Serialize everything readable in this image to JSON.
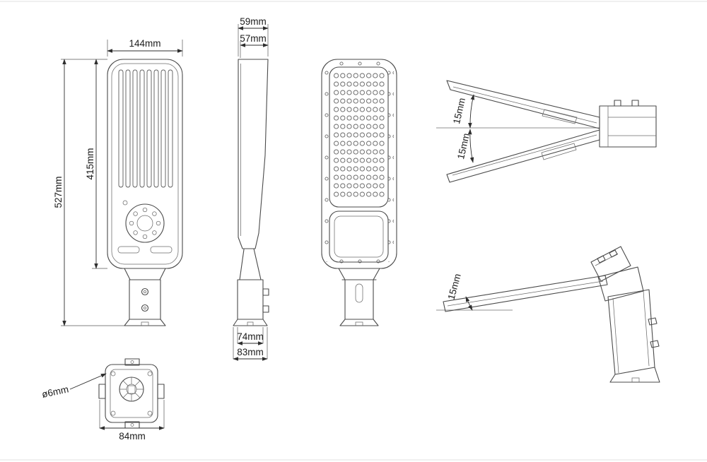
{
  "colors": {
    "background": "#ffffff",
    "outline": "#4a4a4a",
    "dimension": "#2e2e2e",
    "text": "#1b1b1b",
    "page_border": "#e2e2e2"
  },
  "dims": {
    "head_width": "144mm",
    "overall_height": "527mm",
    "head_height": "415mm",
    "side_depth_outer": "59mm",
    "side_depth_inner": "57mm",
    "arm_width": "74mm",
    "arm_base_width": "83mm",
    "bracket_width": "84mm",
    "mount_hole_diameter": "ø6mm",
    "tilt_up_angle": "15mm",
    "tilt_down_angle": "15mm",
    "install_tilt_angle": "15mm"
  }
}
